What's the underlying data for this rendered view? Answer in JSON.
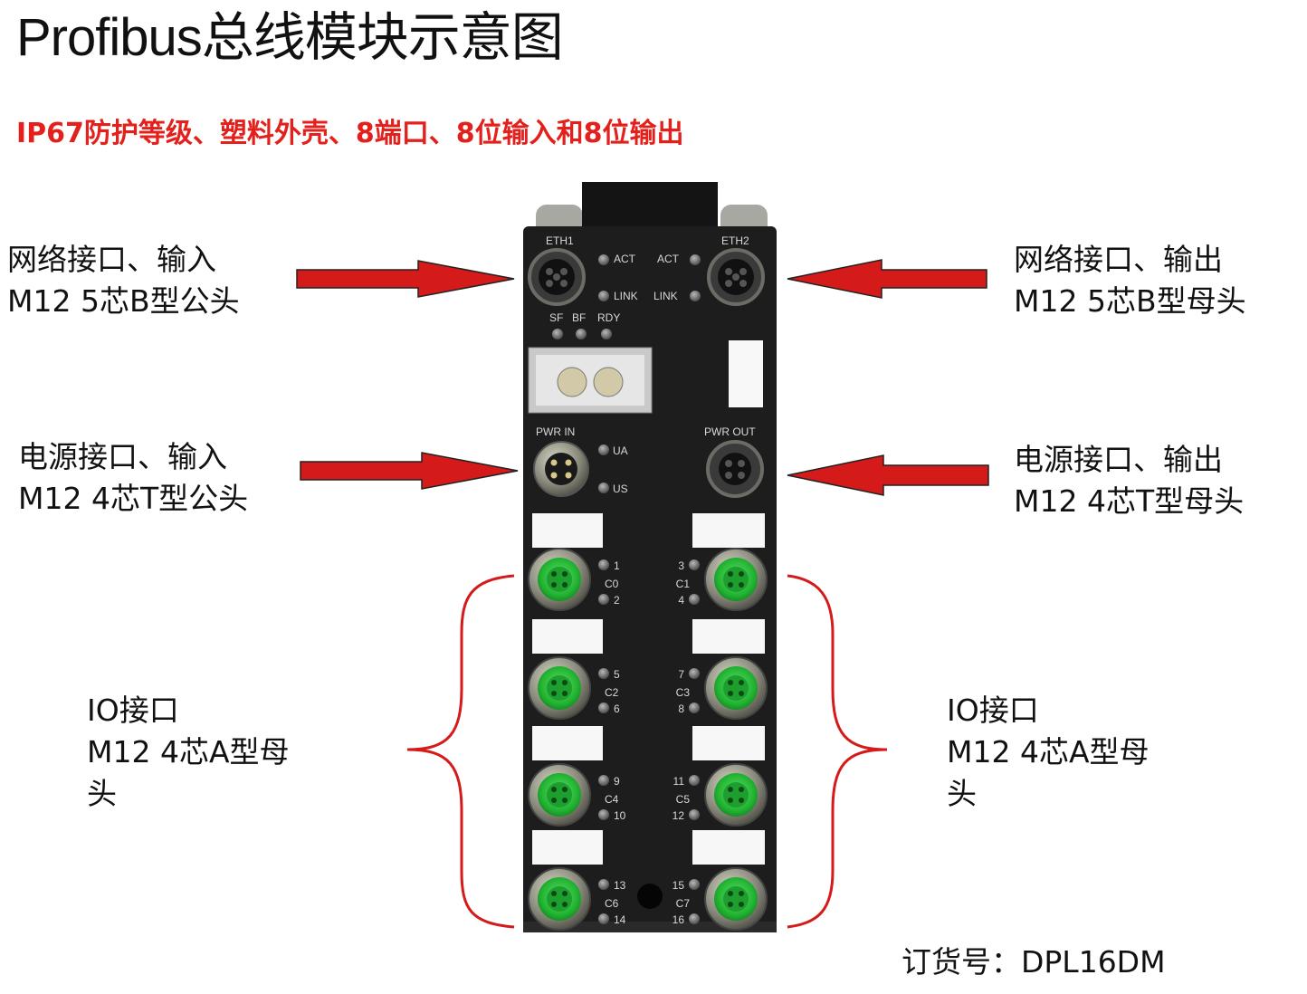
{
  "title": "Profibus总线模块示意图",
  "subtitle": "IP67防护等级、塑料外壳、8端口、8位输入和8位输出",
  "callouts": {
    "eth_in": {
      "line1": "网络接口、输入",
      "line2": "M12   5芯B型公头"
    },
    "eth_out": {
      "line1": "网络接口、输出",
      "line2": "M12   5芯B型母头"
    },
    "pwr_in": {
      "line1": "电源接口、输入",
      "line2": "M12   4芯T型公头"
    },
    "pwr_out": {
      "line1": "电源接口、输出",
      "line2": "M12   4芯T型母头"
    },
    "io_left": {
      "line1": "IO接口",
      "line2": "M12   4芯A型母",
      "line3": "头"
    },
    "io_right": {
      "line1": "IO接口",
      "line2": "M12   4芯A型母",
      "line3": "头"
    }
  },
  "device": {
    "eth1": "ETH1",
    "eth2": "ETH2",
    "act_left": "ACT",
    "act_right": "ACT",
    "link_left": "LINK",
    "link_right": "LINK",
    "sf": "SF",
    "bf": "BF",
    "rdy": "RDY",
    "pwr_in": "PWR  IN",
    "pwr_out": "PWR  OUT",
    "ua": "UA",
    "us": "US",
    "ports": [
      {
        "channel": "C0",
        "top": "1",
        "bottom": "2"
      },
      {
        "channel": "C1",
        "top": "3",
        "bottom": "4"
      },
      {
        "channel": "C2",
        "top": "5",
        "bottom": "6"
      },
      {
        "channel": "C3",
        "top": "7",
        "bottom": "8"
      },
      {
        "channel": "C4",
        "top": "9",
        "bottom": "10"
      },
      {
        "channel": "C5",
        "top": "11",
        "bottom": "12"
      },
      {
        "channel": "C6",
        "top": "13",
        "bottom": "14"
      },
      {
        "channel": "C7",
        "top": "15",
        "bottom": "16"
      }
    ]
  },
  "order_number": "订货号：DPL16DM",
  "colors": {
    "accent_red": "#e3201b",
    "arrow_red": "#d51a1a",
    "housing": "#1d1d1d",
    "port_green": "#27c23c"
  }
}
